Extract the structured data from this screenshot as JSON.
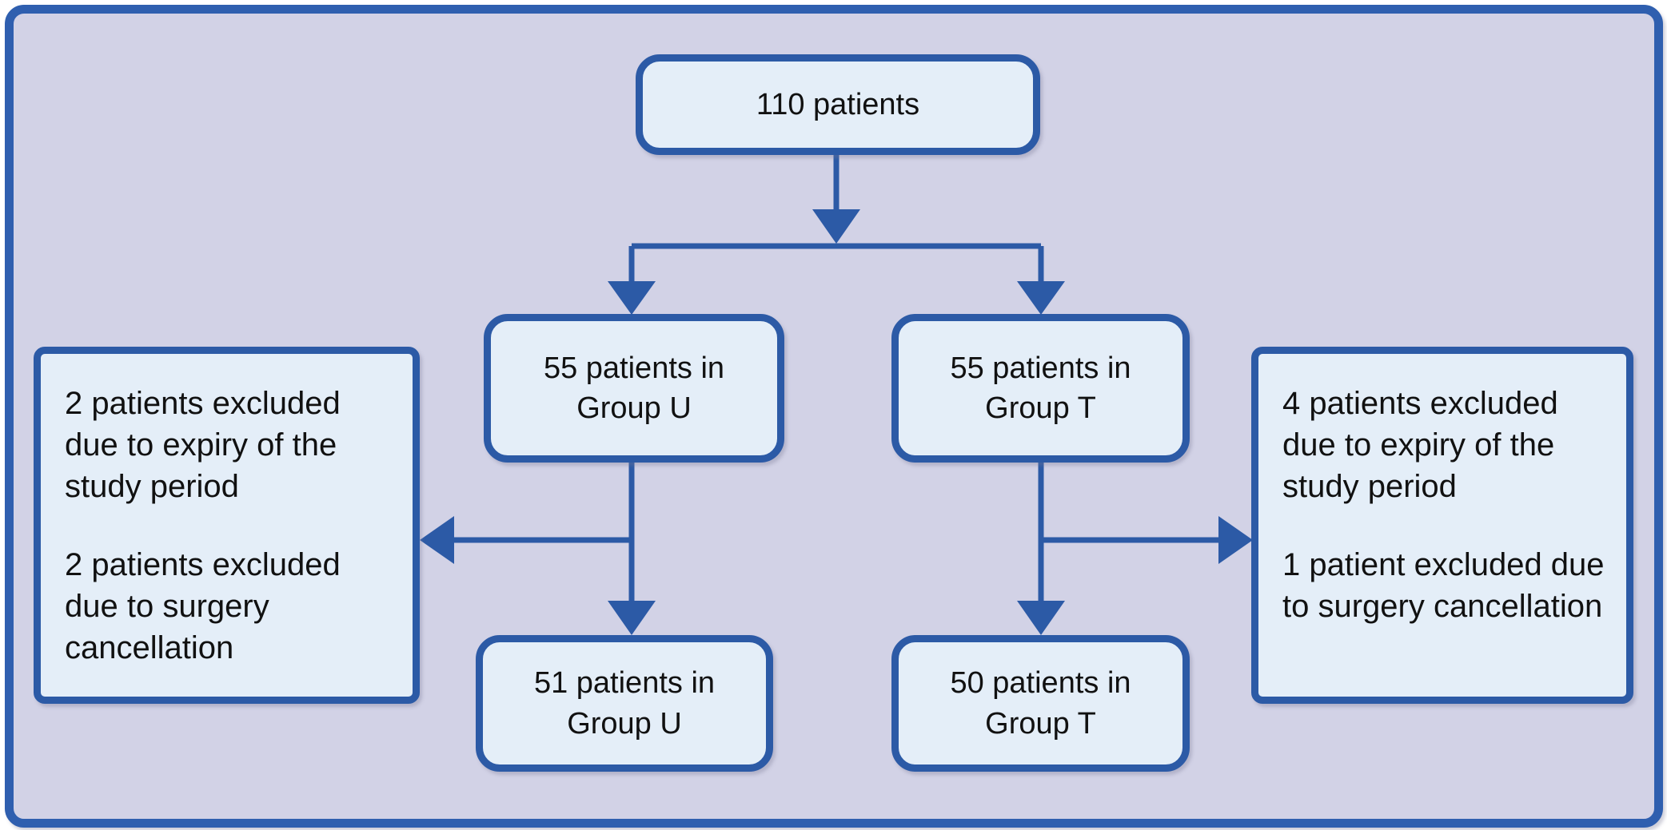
{
  "diagram": {
    "type": "consort-flow-diagram",
    "colors": {
      "background": "#d2d2e6",
      "frame_border": "#2f5faf",
      "node_fill": "#e4eef8",
      "node_border": "#2c5aa6",
      "connector": "#2c5aa6",
      "text": "#111111"
    },
    "nodes": {
      "total": {
        "label": "110 patients",
        "count": 110
      },
      "group_u_enrolled": {
        "label": "55 patients in\nGroup U",
        "count": 55,
        "group": "U"
      },
      "group_t_enrolled": {
        "label": "55 patients in\nGroup T",
        "count": 55,
        "group": "T"
      },
      "group_u_final": {
        "label": "51 patients in\nGroup U",
        "count": 51,
        "group": "U"
      },
      "group_t_final": {
        "label": "50 patients in\nGroup T",
        "count": 50,
        "group": "T"
      },
      "exclusions_left": {
        "reasons": [
          "2 patients excluded due to expiry of the study period",
          "2 patients excluded due to surgery cancellation"
        ],
        "counts": [
          2,
          2
        ]
      },
      "exclusions_right": {
        "reasons": [
          "4 patients excluded due to expiry of the study period",
          "1 patient excluded due to surgery cancellation"
        ],
        "counts": [
          4,
          1
        ]
      }
    },
    "edges": [
      {
        "from": "total",
        "to": "split",
        "style": "arrow-down"
      },
      {
        "from": "split",
        "to": "group_u_enrolled",
        "style": "arrow-down"
      },
      {
        "from": "split",
        "to": "group_t_enrolled",
        "style": "arrow-down"
      },
      {
        "from": "group_u_enrolled",
        "to": "exclusions_left",
        "style": "arrow-left"
      },
      {
        "from": "group_u_enrolled",
        "to": "group_u_final",
        "style": "arrow-down"
      },
      {
        "from": "group_t_enrolled",
        "to": "exclusions_right",
        "style": "arrow-right"
      },
      {
        "from": "group_t_enrolled",
        "to": "group_t_final",
        "style": "arrow-down"
      }
    ]
  }
}
